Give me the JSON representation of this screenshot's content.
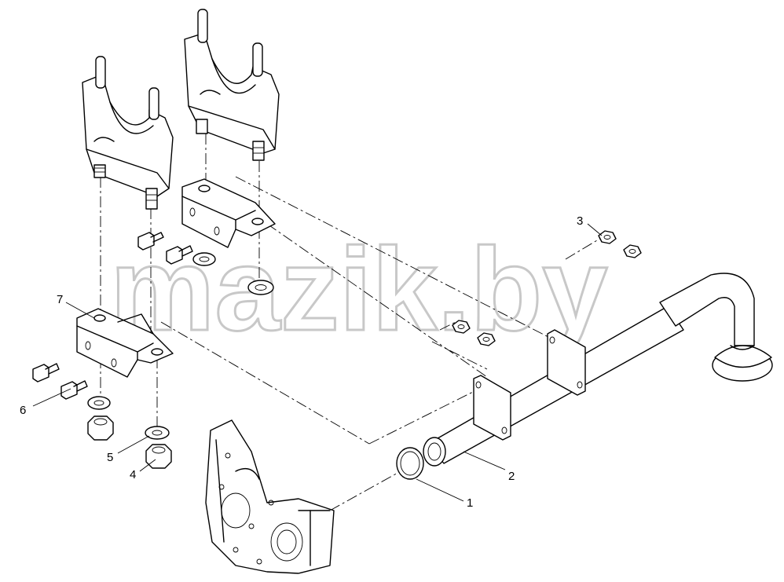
{
  "watermark": {
    "text": "mazik.by"
  },
  "callouts": [
    {
      "label": "1"
    },
    {
      "label": "2"
    },
    {
      "label": "3"
    },
    {
      "label": "4"
    },
    {
      "label": "5"
    },
    {
      "label": "6"
    },
    {
      "label": "7"
    }
  ]
}
